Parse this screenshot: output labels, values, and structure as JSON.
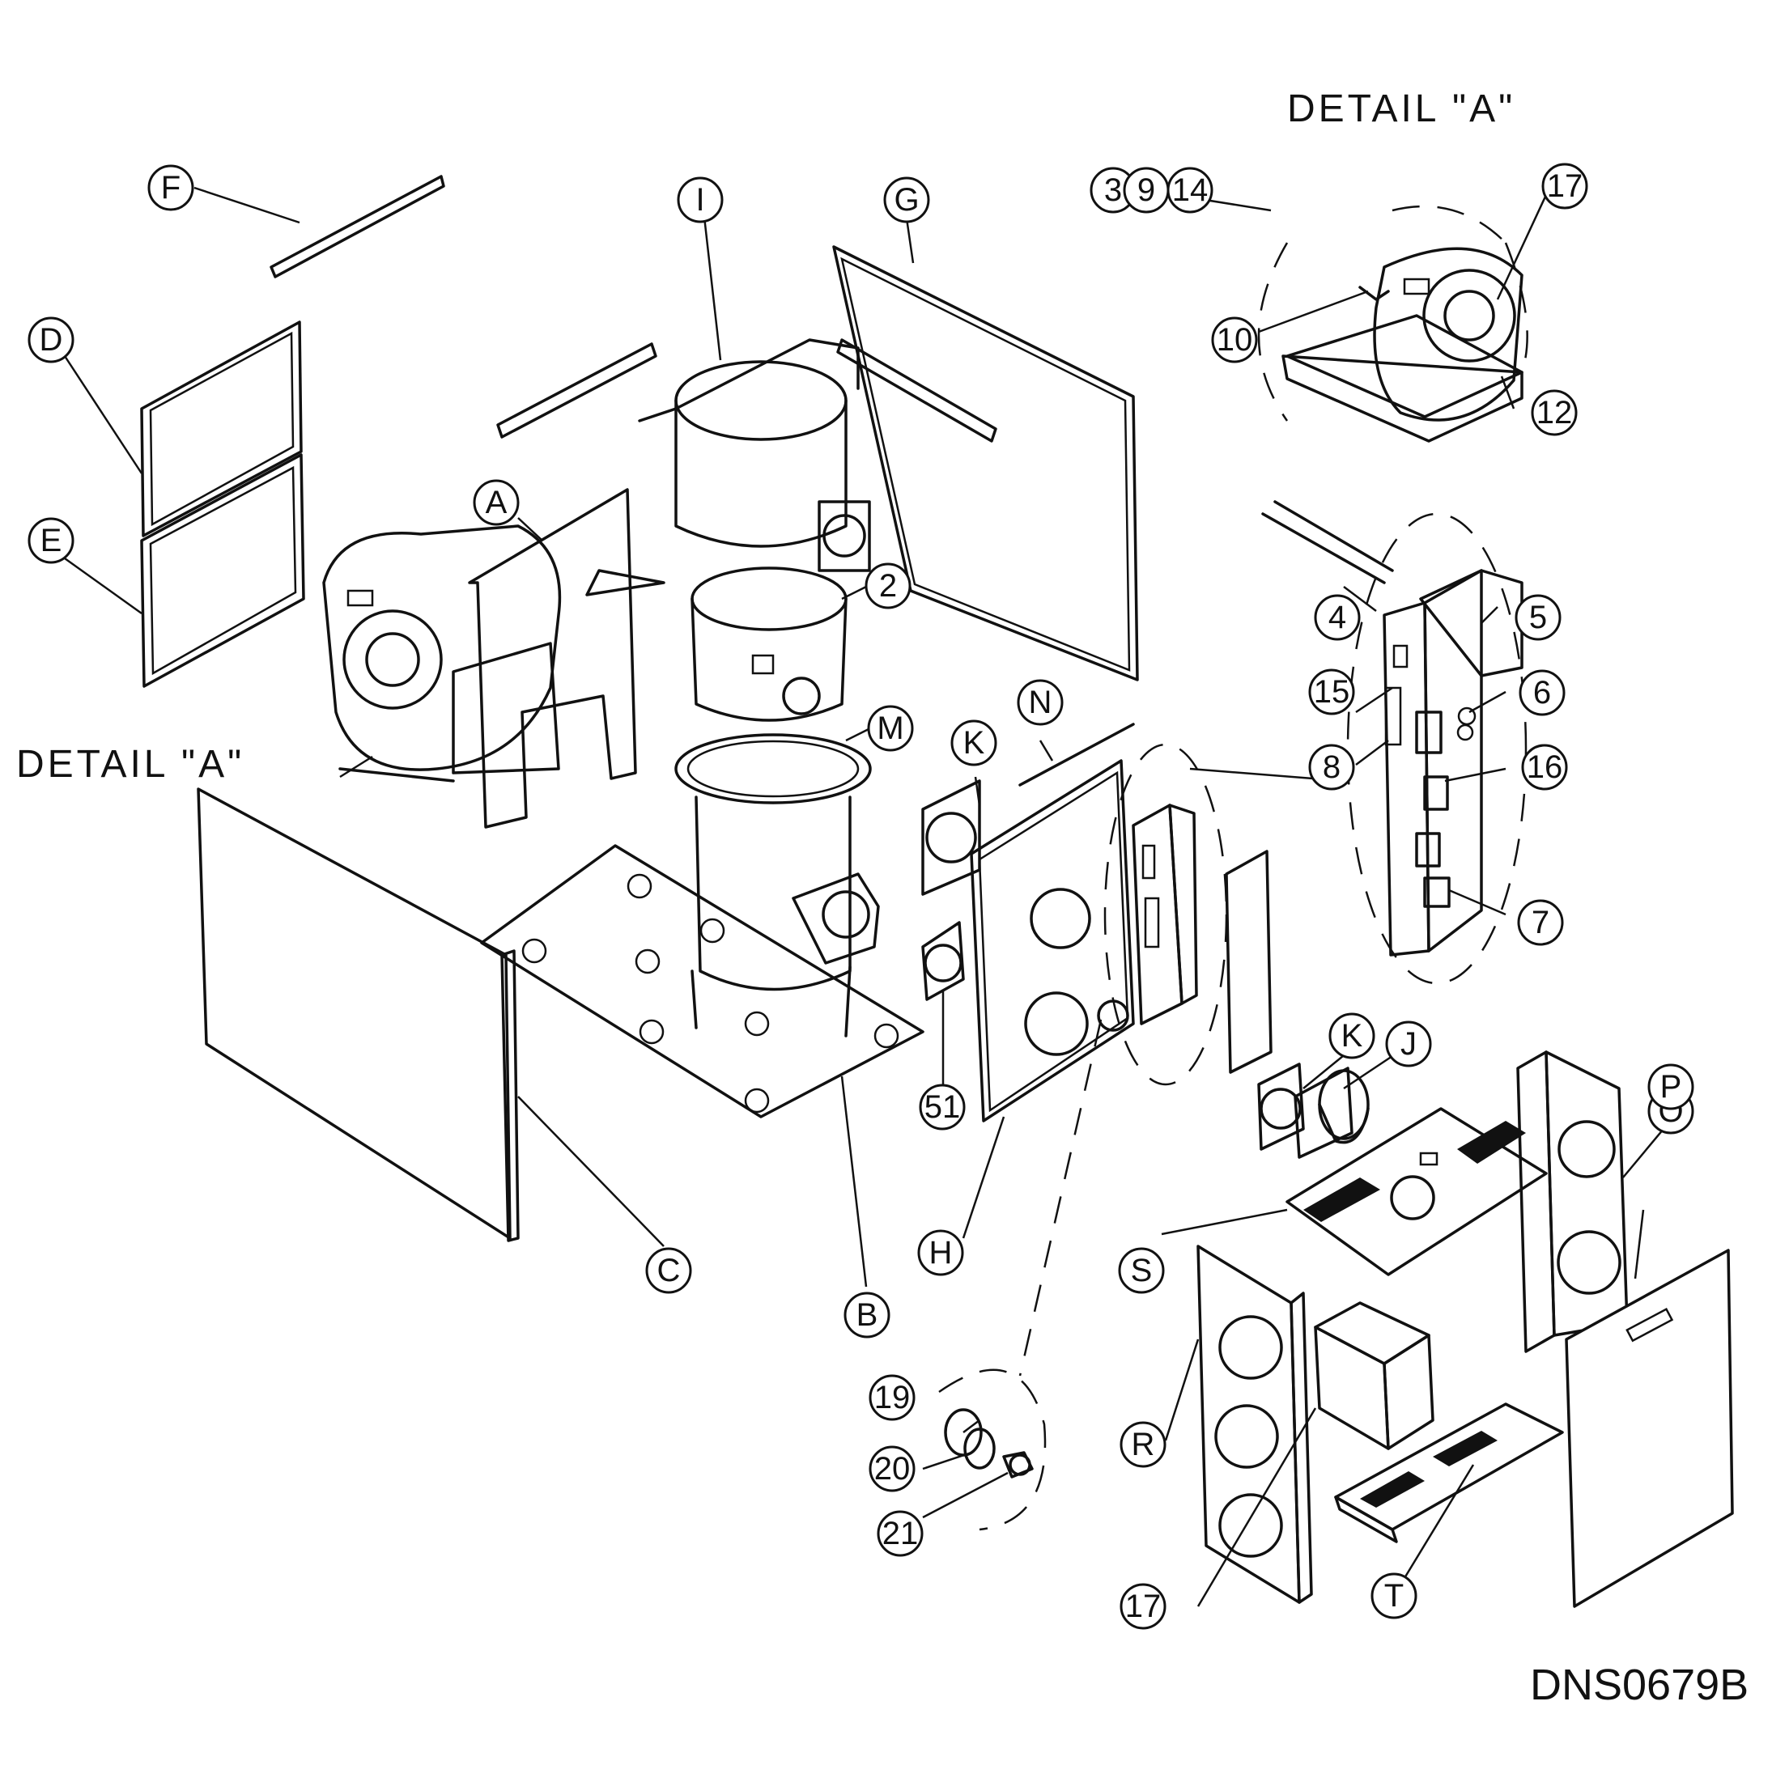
{
  "detail_label": "DETAIL \"A\"",
  "drawing_number": "DNS0679B",
  "callouts": {
    "A": "A",
    "B": "B",
    "C": "C",
    "D": "D",
    "E": "E",
    "F": "F",
    "G": "G",
    "H": "H",
    "I": "I",
    "J": "J",
    "K1": "K",
    "K2": "K",
    "M": "M",
    "N": "N",
    "O": "O",
    "P": "P",
    "R": "R",
    "S": "S",
    "T": "T",
    "n2": "2",
    "n3": "3",
    "n4": "4",
    "n5": "5",
    "n6": "6",
    "n7": "7",
    "n8": "8",
    "n9": "9",
    "n10": "10",
    "n12": "12",
    "n14": "14",
    "n15": "15",
    "n16": "16",
    "n17a": "17",
    "n17b": "17",
    "n19": "19",
    "n20": "20",
    "n21": "21",
    "n51": "51"
  }
}
